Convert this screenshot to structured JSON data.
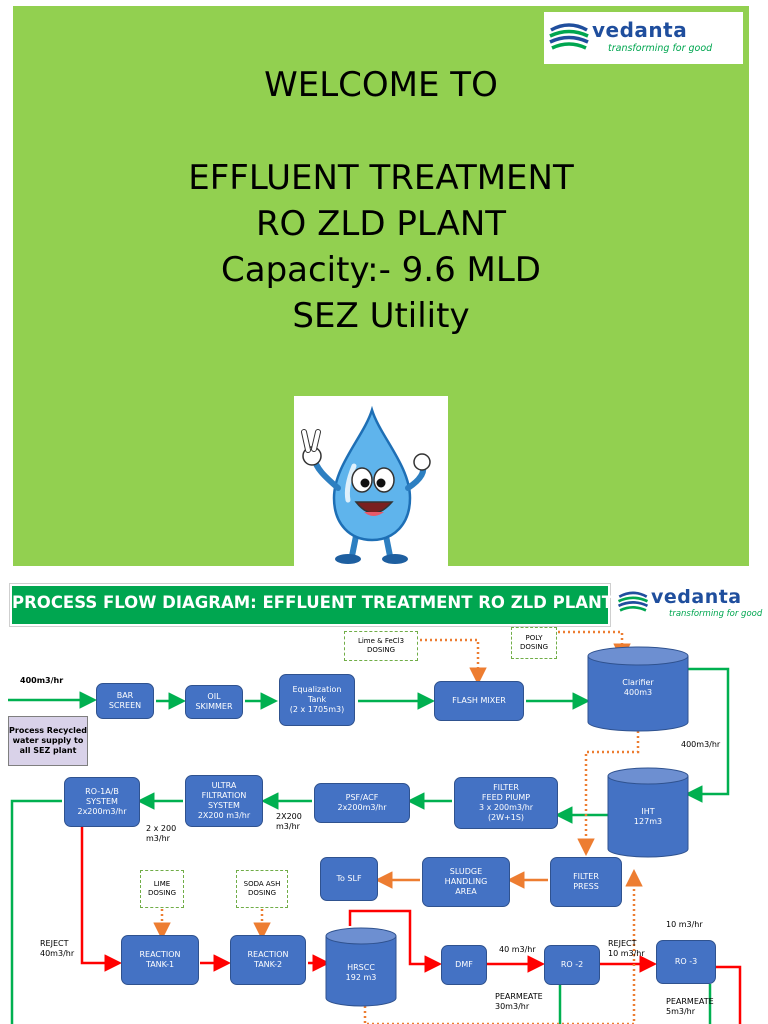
{
  "slide1": {
    "logo": {
      "brand": "vedanta",
      "tagline": "transforming for good"
    },
    "welcome": "WELCOME TO",
    "title_lines": [
      "EFFLUENT TREATMENT",
      "RO ZLD PLANT",
      "Capacity:- 9.6 MLD",
      "SEZ Utility"
    ],
    "mascot_icon": "water-drop-mascot-icon"
  },
  "slide2": {
    "banner": "PROCESS FLOW DIAGRAM: EFFLUENT TREATMENT RO ZLD PLANT",
    "logo": {
      "brand": "vedanta",
      "tagline": "transforming for good"
    },
    "process_recycled": "Process Recycled\nwater supply to\nall SEZ plant",
    "units": {
      "bar_screen": "BAR\nSCREEN",
      "oil_skimmer": "OIL\nSKIMMER",
      "equalization_tank": "Equalization\nTank\n(2 x 1705m3)",
      "flash_mixer": "FLASH MIXER",
      "clarifier": "Clarifier\n400m3",
      "iht": "IHT\n127m3",
      "filter_feed_pump": "FILTER\nFEED PIUMP\n3 x 200m3/hr\n(2W+1S)",
      "psf_acf": "PSF/ACF\n2x200m3/hr",
      "ultra_filtration": "ULTRA\nFILTRATION\nSYSTEM\n2X200 m3/hr",
      "ro_1ab": "RO-1A/B\nSYSTEM\n2x200m3/hr",
      "filter_press": "FILTER\nPRESS",
      "sludge_handling": "SLUDGE\nHANDLING\nAREA",
      "to_slf": "To  SLF",
      "reaction_tank_1": "REACTION\nTANK-1",
      "reaction_tank_2": "REACTION\nTANK-2",
      "hrscc": "HRSCC\n192 m3",
      "dmf": "DMF",
      "ro_2": "RO -2",
      "ro_3": "RO -3"
    },
    "dosing": {
      "lime_fecl3": "Lime &  FeCl3\nDOSING",
      "poly": "POLY\nDOSING",
      "lime": "LIME\nDOSING",
      "soda_ash": "SODA ASH\nDOSING"
    },
    "labels": {
      "inflow": "400m3/hr",
      "clarifier_out": "400m3/hr",
      "uf_flow": "2X200\nm3/hr",
      "ro1_flow": "2 x 200\nm3/hr",
      "reject_1": "REJECT\n40m3/hr",
      "dmf_ro2": "40 m3/hr",
      "reject_2": "REJECT\n10 m3/hr",
      "ro3_top": "10 m3/hr",
      "permeate_2": "PEARMEATE\n30m3/hr",
      "permeate_3": "PEARMEATE\n5m3/hr"
    }
  },
  "colors": {
    "slide_green": "#92d050",
    "banner_green": "#00a650",
    "unit_blue": "#4472c4",
    "flow_green": "#00b050",
    "flow_red": "#ff0000",
    "flow_orange": "#ed7d31",
    "brand_blue": "#1f4e9d"
  }
}
